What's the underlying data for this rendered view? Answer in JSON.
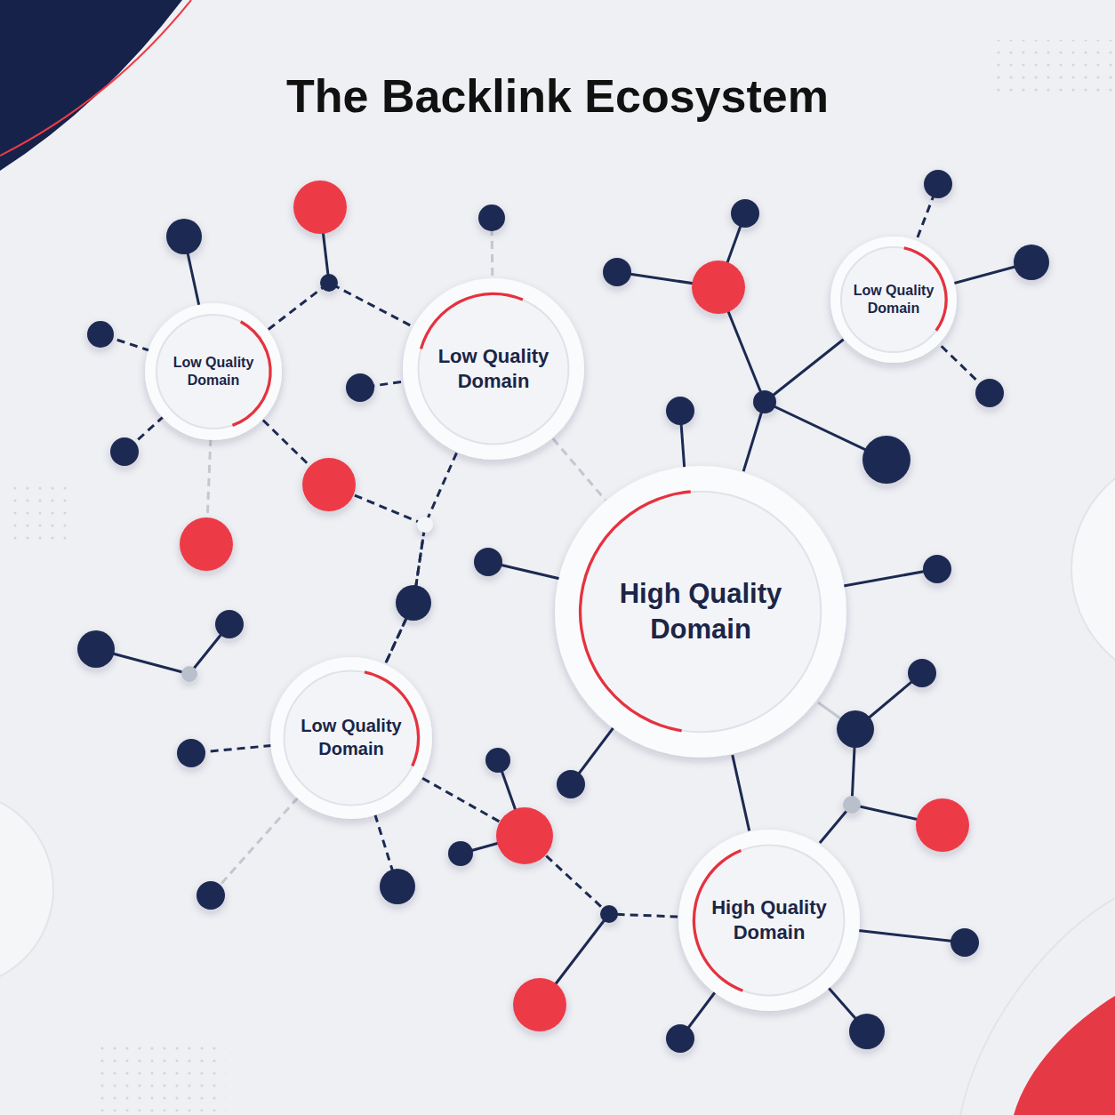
{
  "diagram": {
    "title": "The Backlink Ecosystem",
    "nodes": [
      {
        "text": [
          "Low Quality Domain"
        ]
      },
      {
        "text": [
          "Low Quality Domain"
        ]
      },
      {
        "text": [
          "Low Quality Domain"
        ]
      },
      {
        "text": [
          "High Quality Domain"
        ]
      },
      {
        "text": [
          "Low Quality Domain"
        ]
      },
      {
        "text": [
          "High Quality Domain"
        ]
      }
    ],
    "edges": [
      {
        "from": 0,
        "to": 1,
        "arrow": "none"
      },
      {
        "from": 0,
        "to": 4,
        "arrow": "none"
      },
      {
        "from": 1,
        "to": 4,
        "arrow": "none"
      },
      {
        "from": 1,
        "to": 3,
        "arrow": "none"
      },
      {
        "from": 3,
        "to": 2,
        "arrow": "none"
      },
      {
        "from": 3,
        "to": 5,
        "arrow": "none"
      },
      {
        "from": 4,
        "to": 5,
        "arrow": "none"
      }
    ]
  }
}
